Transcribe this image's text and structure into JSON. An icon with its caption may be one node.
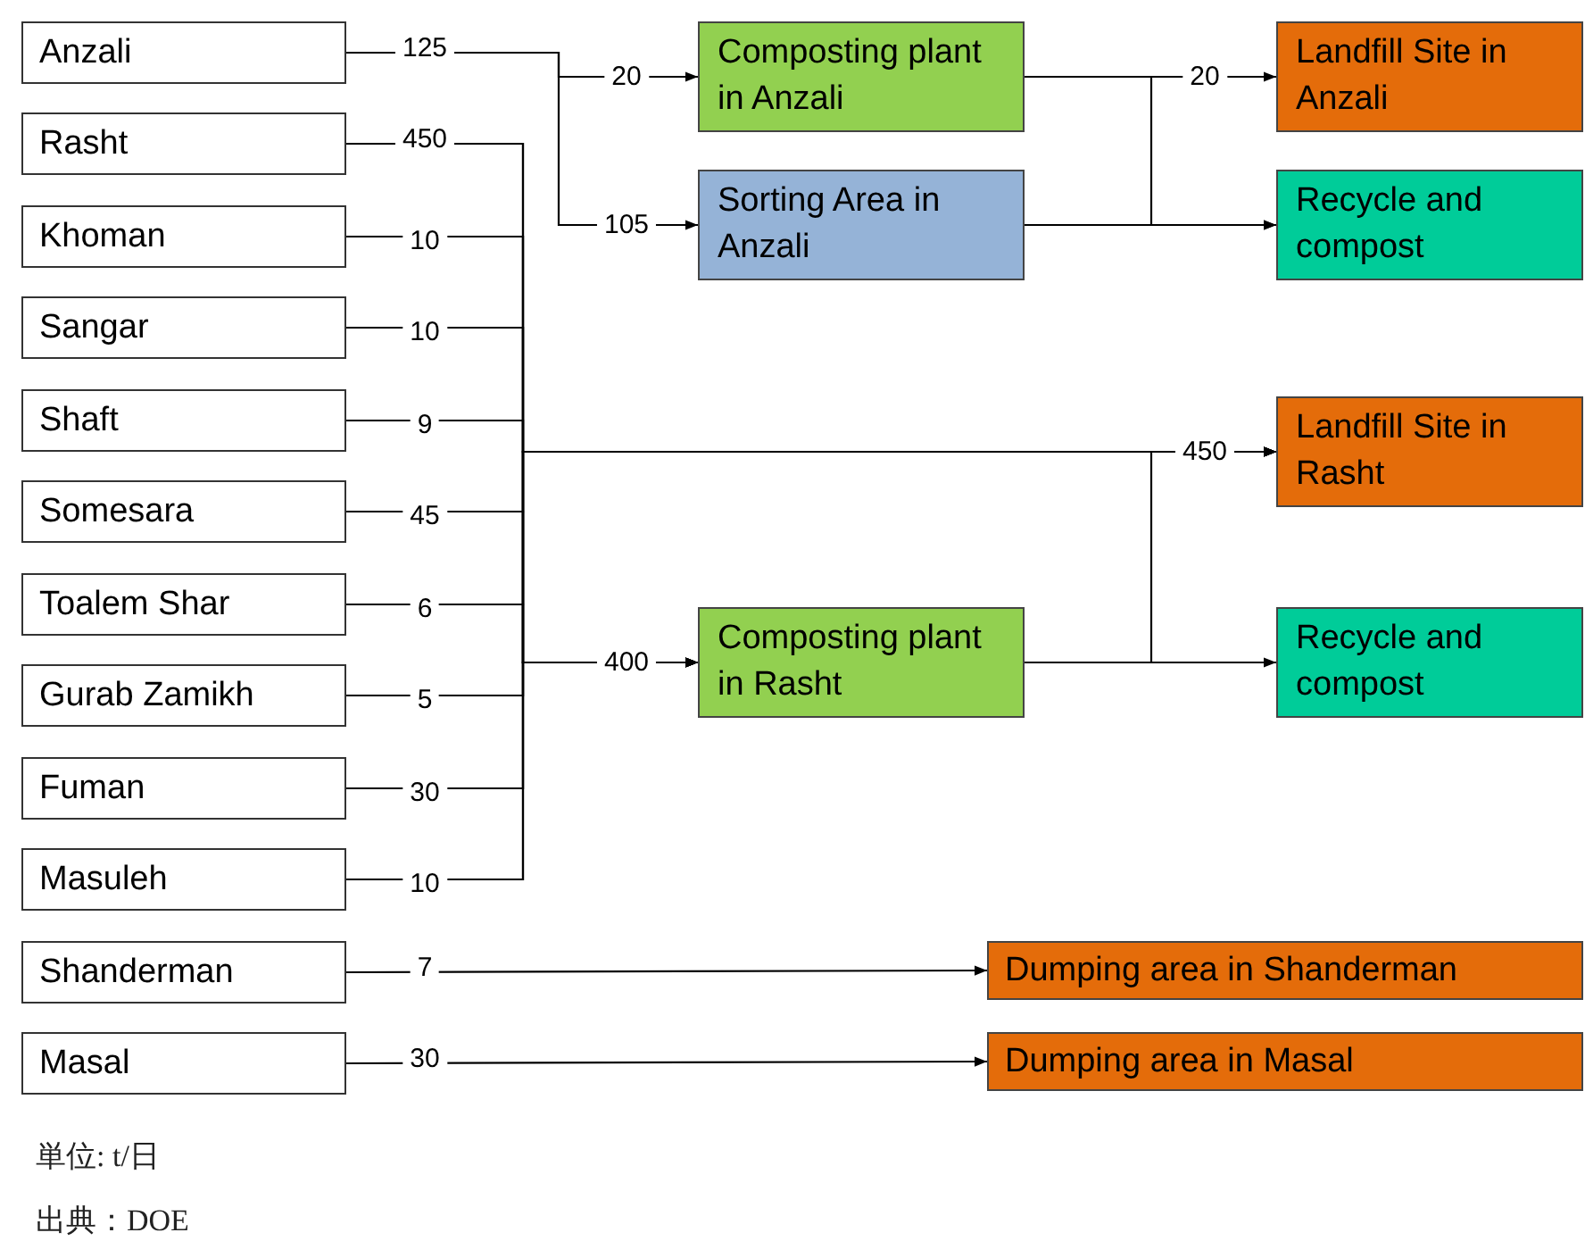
{
  "diagram": {
    "nodes": [
      {
        "text": [
          "Anzali"
        ]
      },
      {
        "text": [
          "Rasht"
        ]
      },
      {
        "text": [
          "Khoman"
        ]
      },
      {
        "text": [
          "Sangar"
        ]
      },
      {
        "text": [
          "Shaft"
        ]
      },
      {
        "text": [
          "Somesara"
        ]
      },
      {
        "text": [
          "Toalem Shar"
        ]
      },
      {
        "text": [
          "Gurab Zamikh"
        ]
      },
      {
        "text": [
          "Fuman"
        ]
      },
      {
        "text": [
          "Masuleh"
        ]
      },
      {
        "text": [
          "Shanderman"
        ]
      },
      {
        "text": [
          "Masal"
        ]
      },
      {
        "text": [
          "Composting plant in Anzali"
        ]
      },
      {
        "text": [
          "Sorting Area in Anzali"
        ]
      },
      {
        "text": [
          "Landfill Site in Anzali"
        ]
      },
      {
        "text": [
          "Recycle and compost"
        ]
      },
      {
        "text": [
          "Landfill Site in Rasht"
        ]
      },
      {
        "text": [
          "Composting plant in Rasht"
        ]
      },
      {
        "text": [
          "Recycle and compost"
        ]
      },
      {
        "text": [
          "Dumping area in Shanderman"
        ]
      },
      {
        "text": [
          "Dumping area in Masal"
        ]
      }
    ],
    "edges": [
      {
        "from": 0,
        "to": 12,
        "arrow": "to",
        "label": "20"
      },
      {
        "from": 0,
        "to": 13,
        "arrow": "to",
        "label": "105"
      },
      {
        "from": 1,
        "to": 16,
        "arrow": "to",
        "label": "450"
      },
      {
        "from": 2,
        "to": 16,
        "arrow": "to"
      },
      {
        "from": 3,
        "to": 16,
        "arrow": "to"
      },
      {
        "from": 4,
        "to": 16,
        "arrow": "to"
      },
      {
        "from": 5,
        "to": 16,
        "arrow": "to"
      },
      {
        "from": 6,
        "to": 16,
        "arrow": "to"
      },
      {
        "from": 7,
        "to": 16,
        "arrow": "to"
      },
      {
        "from": 8,
        "to": 16,
        "arrow": "to"
      },
      {
        "from": 9,
        "to": 16,
        "arrow": "to"
      },
      {
        "from": 1,
        "to": 17,
        "arrow": "to",
        "label": "400"
      },
      {
        "from": 2,
        "to": 17,
        "arrow": "to"
      },
      {
        "from": 3,
        "to": 17,
        "arrow": "to"
      },
      {
        "from": 4,
        "to": 17,
        "arrow": "to"
      },
      {
        "from": 5,
        "to": 17,
        "arrow": "to"
      },
      {
        "from": 6,
        "to": 17,
        "arrow": "to"
      },
      {
        "from": 7,
        "to": 17,
        "arrow": "to"
      },
      {
        "from": 8,
        "to": 17,
        "arrow": "to"
      },
      {
        "from": 9,
        "to": 17,
        "arrow": "to"
      },
      {
        "from": 12,
        "to": 14,
        "arrow": "to",
        "label": "20"
      },
      {
        "from": 12,
        "to": 15,
        "arrow": "to"
      },
      {
        "from": 13,
        "to": 15,
        "arrow": "to"
      },
      {
        "from": 17,
        "to": 16,
        "arrow": "to"
      },
      {
        "from": 17,
        "to": 18,
        "arrow": "to"
      },
      {
        "from": 10,
        "to": 19,
        "arrow": "to"
      },
      {
        "from": 11,
        "to": 20,
        "arrow": "to"
      }
    ],
    "labels": [
      "125",
      "450",
      "10",
      "10",
      "9",
      "45",
      "6",
      "5",
      "30",
      "10",
      "7",
      "30",
      "単位: t/日",
      "出典：DOE"
    ]
  }
}
